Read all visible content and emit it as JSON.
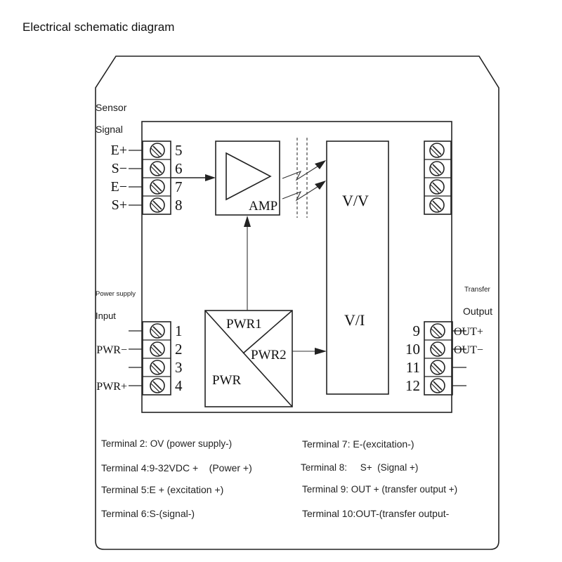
{
  "title": "Electrical schematic diagram",
  "sensor_signal_label": [
    "Sensor",
    "Signal"
  ],
  "power_supply_label": [
    "Power supply",
    "Input"
  ],
  "transfer_output_label": [
    "Transfer",
    "Output"
  ],
  "input_terminals": [
    {
      "label": "E+",
      "number": "5"
    },
    {
      "label": "S−",
      "number": "6"
    },
    {
      "label": "E−",
      "number": "7"
    },
    {
      "label": "S+",
      "number": "8"
    }
  ],
  "power_terminals": [
    {
      "label": "",
      "number": "1"
    },
    {
      "label": "PWR−",
      "number": "2"
    },
    {
      "label": "",
      "number": "3"
    },
    {
      "label": "PWR+",
      "number": "4"
    }
  ],
  "output_terminals": [
    {
      "label": "OUT+",
      "number": "9"
    },
    {
      "label": "OUT−",
      "number": "10"
    },
    {
      "label": "",
      "number": "11"
    },
    {
      "label": "",
      "number": "12"
    }
  ],
  "blocks": {
    "amp": "AMP",
    "vv": "V/V",
    "vi": "V/I",
    "pwr1": "PWR1",
    "pwr2": "PWR2",
    "pwr": "PWR"
  },
  "descriptions_left": [
    "Terminal 2: OV (power supply-)",
    "Terminal 4:9-32VDC +    (Power +)",
    "Terminal 5:E + (excitation +)",
    "Terminal 6:S-(signal-)"
  ],
  "descriptions_right": [
    "Terminal 7: E-(excitation-)",
    "Terminal 8:     S+  (Signal +)",
    "Terminal 9: OUT + (transfer output +)",
    "Terminal 10:OUT-(transfer output-"
  ]
}
